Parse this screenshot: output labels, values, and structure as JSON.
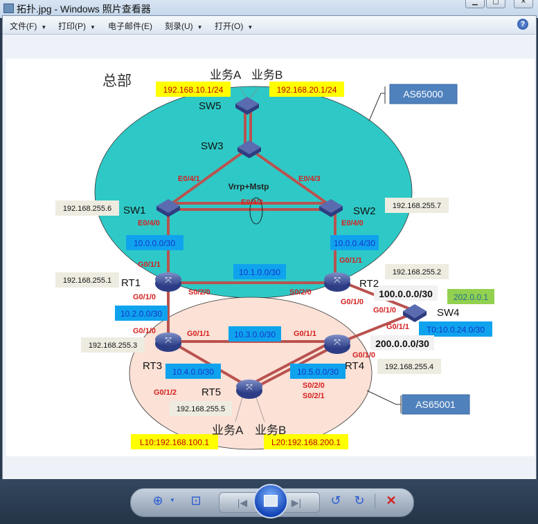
{
  "window": {
    "title": "拓扑.jpg - Windows 照片查看器"
  },
  "menu": [
    {
      "label": "文件(F)",
      "has_dropdown": true
    },
    {
      "label": "打印(P)",
      "has_dropdown": true
    },
    {
      "label": "电子邮件(E)",
      "has_dropdown": false
    },
    {
      "label": "刻录(U)",
      "has_dropdown": true
    },
    {
      "label": "打开(O)",
      "has_dropdown": true
    }
  ],
  "help_label": "?",
  "diagram": {
    "hq_label": "总部",
    "as_top": "AS65000",
    "as_bottom": "AS65001",
    "top_service_a": "业务A",
    "top_service_b": "业务B",
    "top_ip_a": "192.168.10.1/24",
    "top_ip_b": "192.168.20.1/24",
    "bottom_service_a": "业务A",
    "bottom_service_b": "业务B",
    "bottom_ip_a": "L10:192.168.100.1",
    "bottom_ip_b": "L20:192.168.200.1",
    "center_label": "Vrrp+Mstp",
    "nodes": {
      "sw5": "SW5",
      "sw3": "SW3",
      "sw1": "SW1",
      "sw2": "SW2",
      "rt1": "RT1",
      "rt2": "RT2",
      "sw4": "SW4",
      "rt3": "RT3",
      "rt4": "RT4",
      "rt5": "RT5"
    },
    "loopbacks": {
      "sw1": "192.168.255.6",
      "sw2": "192.168.255.7",
      "rt1": "192.168.255.1",
      "rt2": "192.168.255.2",
      "rt3": "192.168.255.3",
      "rt4": "192.168.255.4",
      "rt5": "192.168.255.5"
    },
    "subnets": {
      "sw1_rt1": "10.0.0.0/30",
      "sw2_rt2": "10.0.0.4/30",
      "rt1_rt2": "10.1.0.0/30",
      "rt1_rt3": "10.2.0.0/30",
      "rt3_rt4": "10.3.0.0/30",
      "rt3_rt5": "10.4.0.0/30",
      "rt4_rt5": "10.5.0.0/30",
      "rt2_sw4": "100.0.0.0/30",
      "rt4_sw4": "200.0.0.0/30",
      "tunnel": "T0:10.0.24.0/30",
      "isp": "202.0.0.1"
    },
    "ports": {
      "sw3_sw1": "E0/4/1",
      "sw3_sw2": "E0/4/3",
      "sw1_sw2": "E0/4/2",
      "sw1_down": "E0/4/0",
      "sw2_down": "E0/4/0",
      "rt1_up": "G0/1/1",
      "rt1_down": "G0/1/0",
      "rt1_s": "S0/2/0",
      "rt2_s": "S0/2/0",
      "rt2_up": "G0/1/1",
      "rt2_sw4": "G0/1/0",
      "sw4_rt2": "G0/1/0",
      "sw4_rt4": "G0/1/1",
      "rt3_up": "G0/1/0",
      "rt3_rt4": "G0/1/1",
      "rt4_rt3": "G0/1/1",
      "rt4_sw4": "G0/1/0",
      "rt3_rt5": "G0/1/2",
      "rt4_s0": "S0/2/0",
      "rt4_s1": "S0/2/1"
    }
  },
  "colors": {
    "teal": "#2ec9c6",
    "peach": "#fbe1d6",
    "link": "#b9524f",
    "port": "#d42020",
    "subnet_bg": "#0fa3ee",
    "subnet_text": "#1535c8",
    "ip_yellow": "#ffff00",
    "as_box": "#4f81bd"
  }
}
